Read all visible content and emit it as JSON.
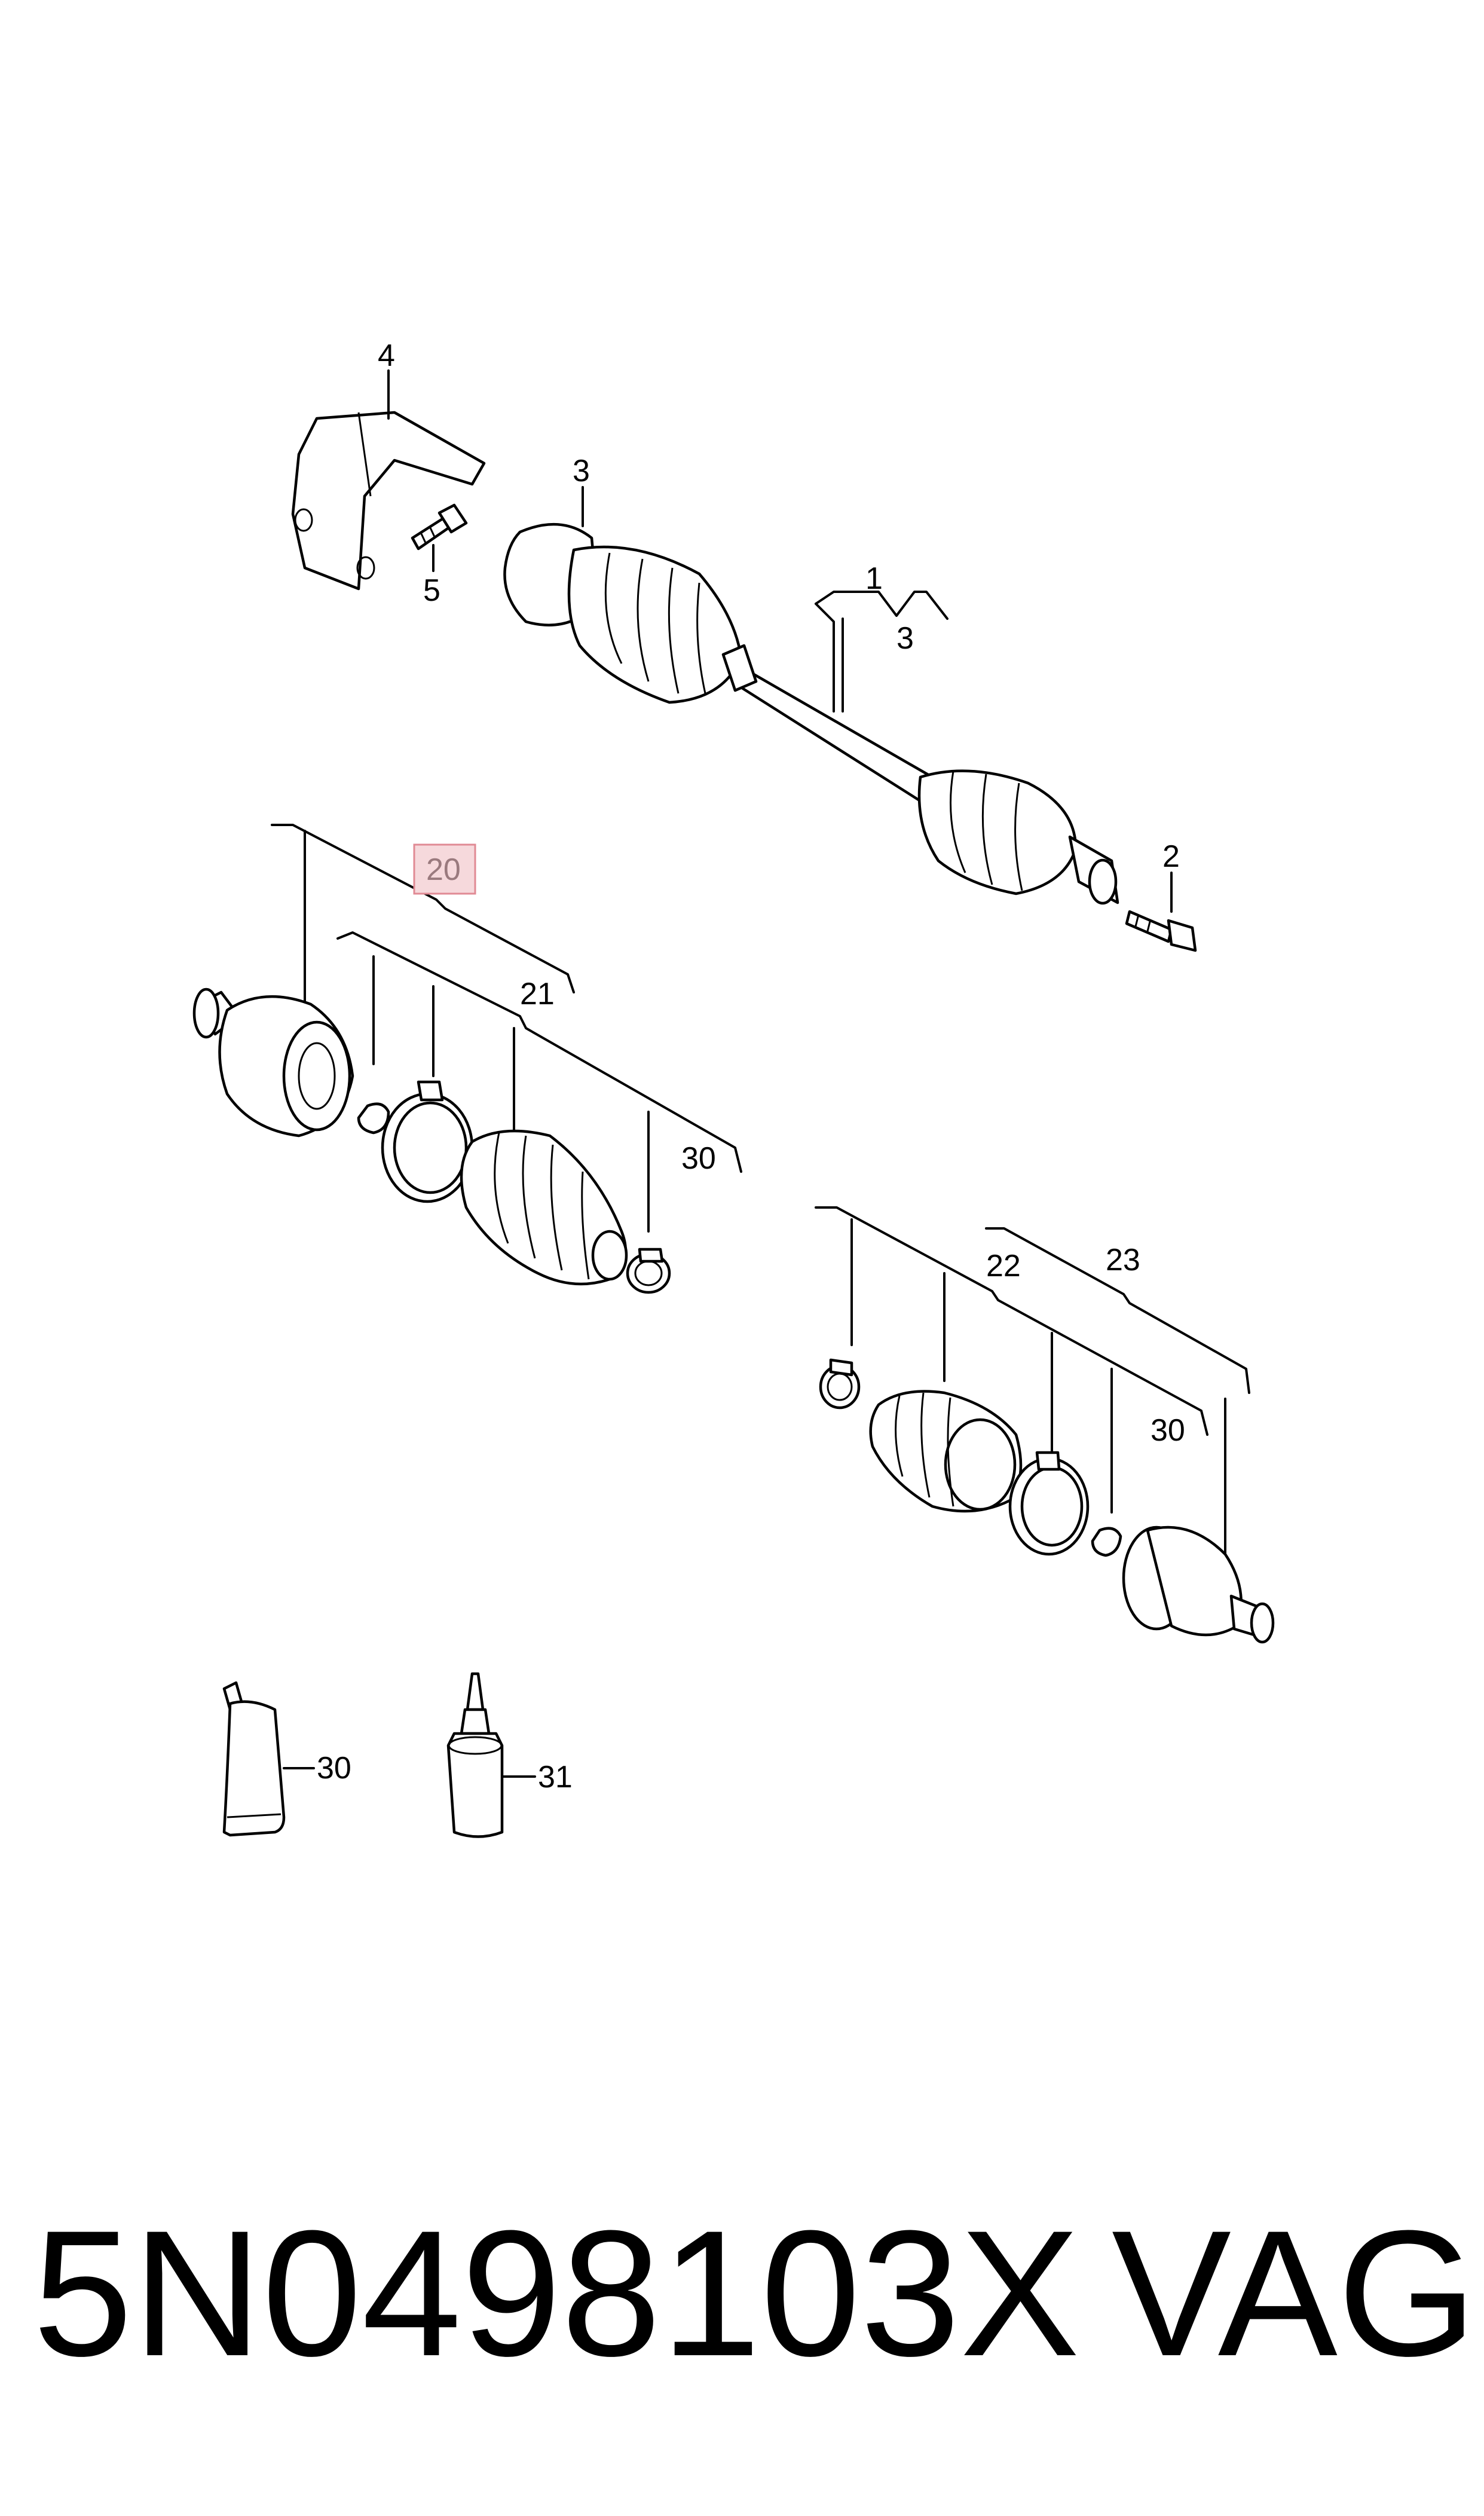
{
  "callouts": {
    "c1": "1",
    "c2": "2",
    "c3a": "3",
    "c3b": "3",
    "c4": "4",
    "c5": "5",
    "c20": "20",
    "c21": "21",
    "c22": "22",
    "c23": "23",
    "c30a": "30",
    "c30b": "30",
    "c30c": "30",
    "c31": "31"
  },
  "highlight_color": "#f6d9dc",
  "highlight_border": "#e08a94",
  "footer": {
    "part_number": "5N0498103X",
    "brand": "VAG"
  }
}
